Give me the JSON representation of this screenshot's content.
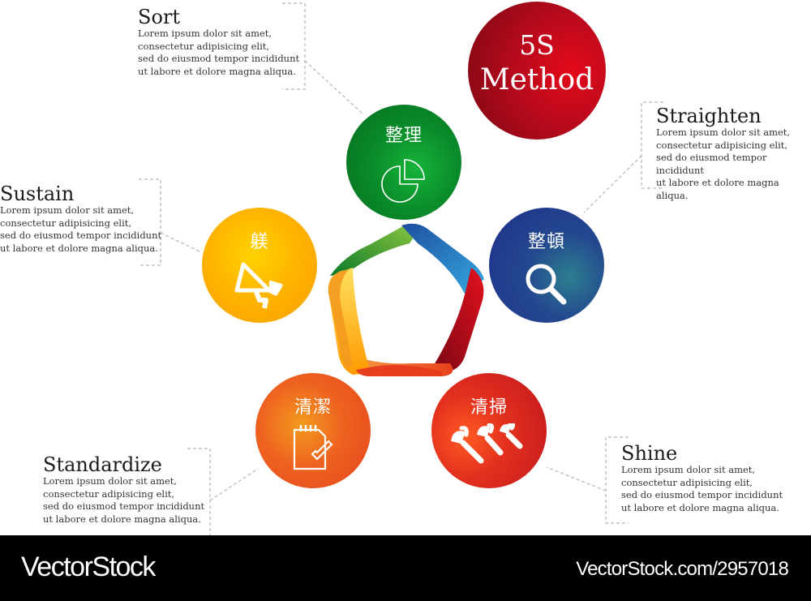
{
  "title": {
    "line1": "5S",
    "line2": "Method",
    "color": "#c20a1c"
  },
  "steps": [
    {
      "id": "sort",
      "kanji": "整理",
      "title": "Sort",
      "icon": "pie-chart-icon",
      "color": "#0a8c2a",
      "body": "Lorem ipsum dolor sit amet,\nconsectetur adipisicing elit,\nsed do eiusmod tempor incididunt\nut labore et dolore magna aliqua."
    },
    {
      "id": "straighten",
      "kanji": "整頓",
      "title": "Straighten",
      "icon": "magnifier-icon",
      "color": "#1d2f8a",
      "body": "Lorem ipsum dolor sit amet,\nconsectetur adipisicing elit,\nsed do eiusmod tempor incididunt\nut labore et dolore magna aliqua."
    },
    {
      "id": "shine",
      "kanji": "清掃",
      "title": "Shine",
      "icon": "wrenches-icon",
      "color": "#d0201d",
      "body": "Lorem ipsum dolor sit amet,\nconsectetur adipisicing elit,\nsed do eiusmod tempor incididunt\nut labore et dolore magna aliqua."
    },
    {
      "id": "standardize",
      "kanji": "清潔",
      "title": "Standardize",
      "icon": "notepad-check-icon",
      "color": "#ee6220",
      "body": "Lorem ipsum dolor sit amet,\nconsectetur adipisicing elit,\nsed do eiusmod tempor incididunt\nut labore et dolore magna aliqua."
    },
    {
      "id": "sustain",
      "kanji": "躾",
      "title": "Sustain",
      "icon": "megaphone-icon",
      "color": "#ffb200",
      "body": "Lorem ipsum dolor sit amet,\nconsectetur adipisicing elit,\nsed do eiusmod tempor incididunt\nut labore et dolore magna aliqua."
    }
  ],
  "pentagon": {
    "segments": [
      "#0a8c2a",
      "#2a62b8",
      "#d0201d",
      "#f07a20",
      "#ffcc00"
    ]
  },
  "footer": {
    "brand": "VectorStock",
    "ref": "VectorStock.com/2957018"
  }
}
